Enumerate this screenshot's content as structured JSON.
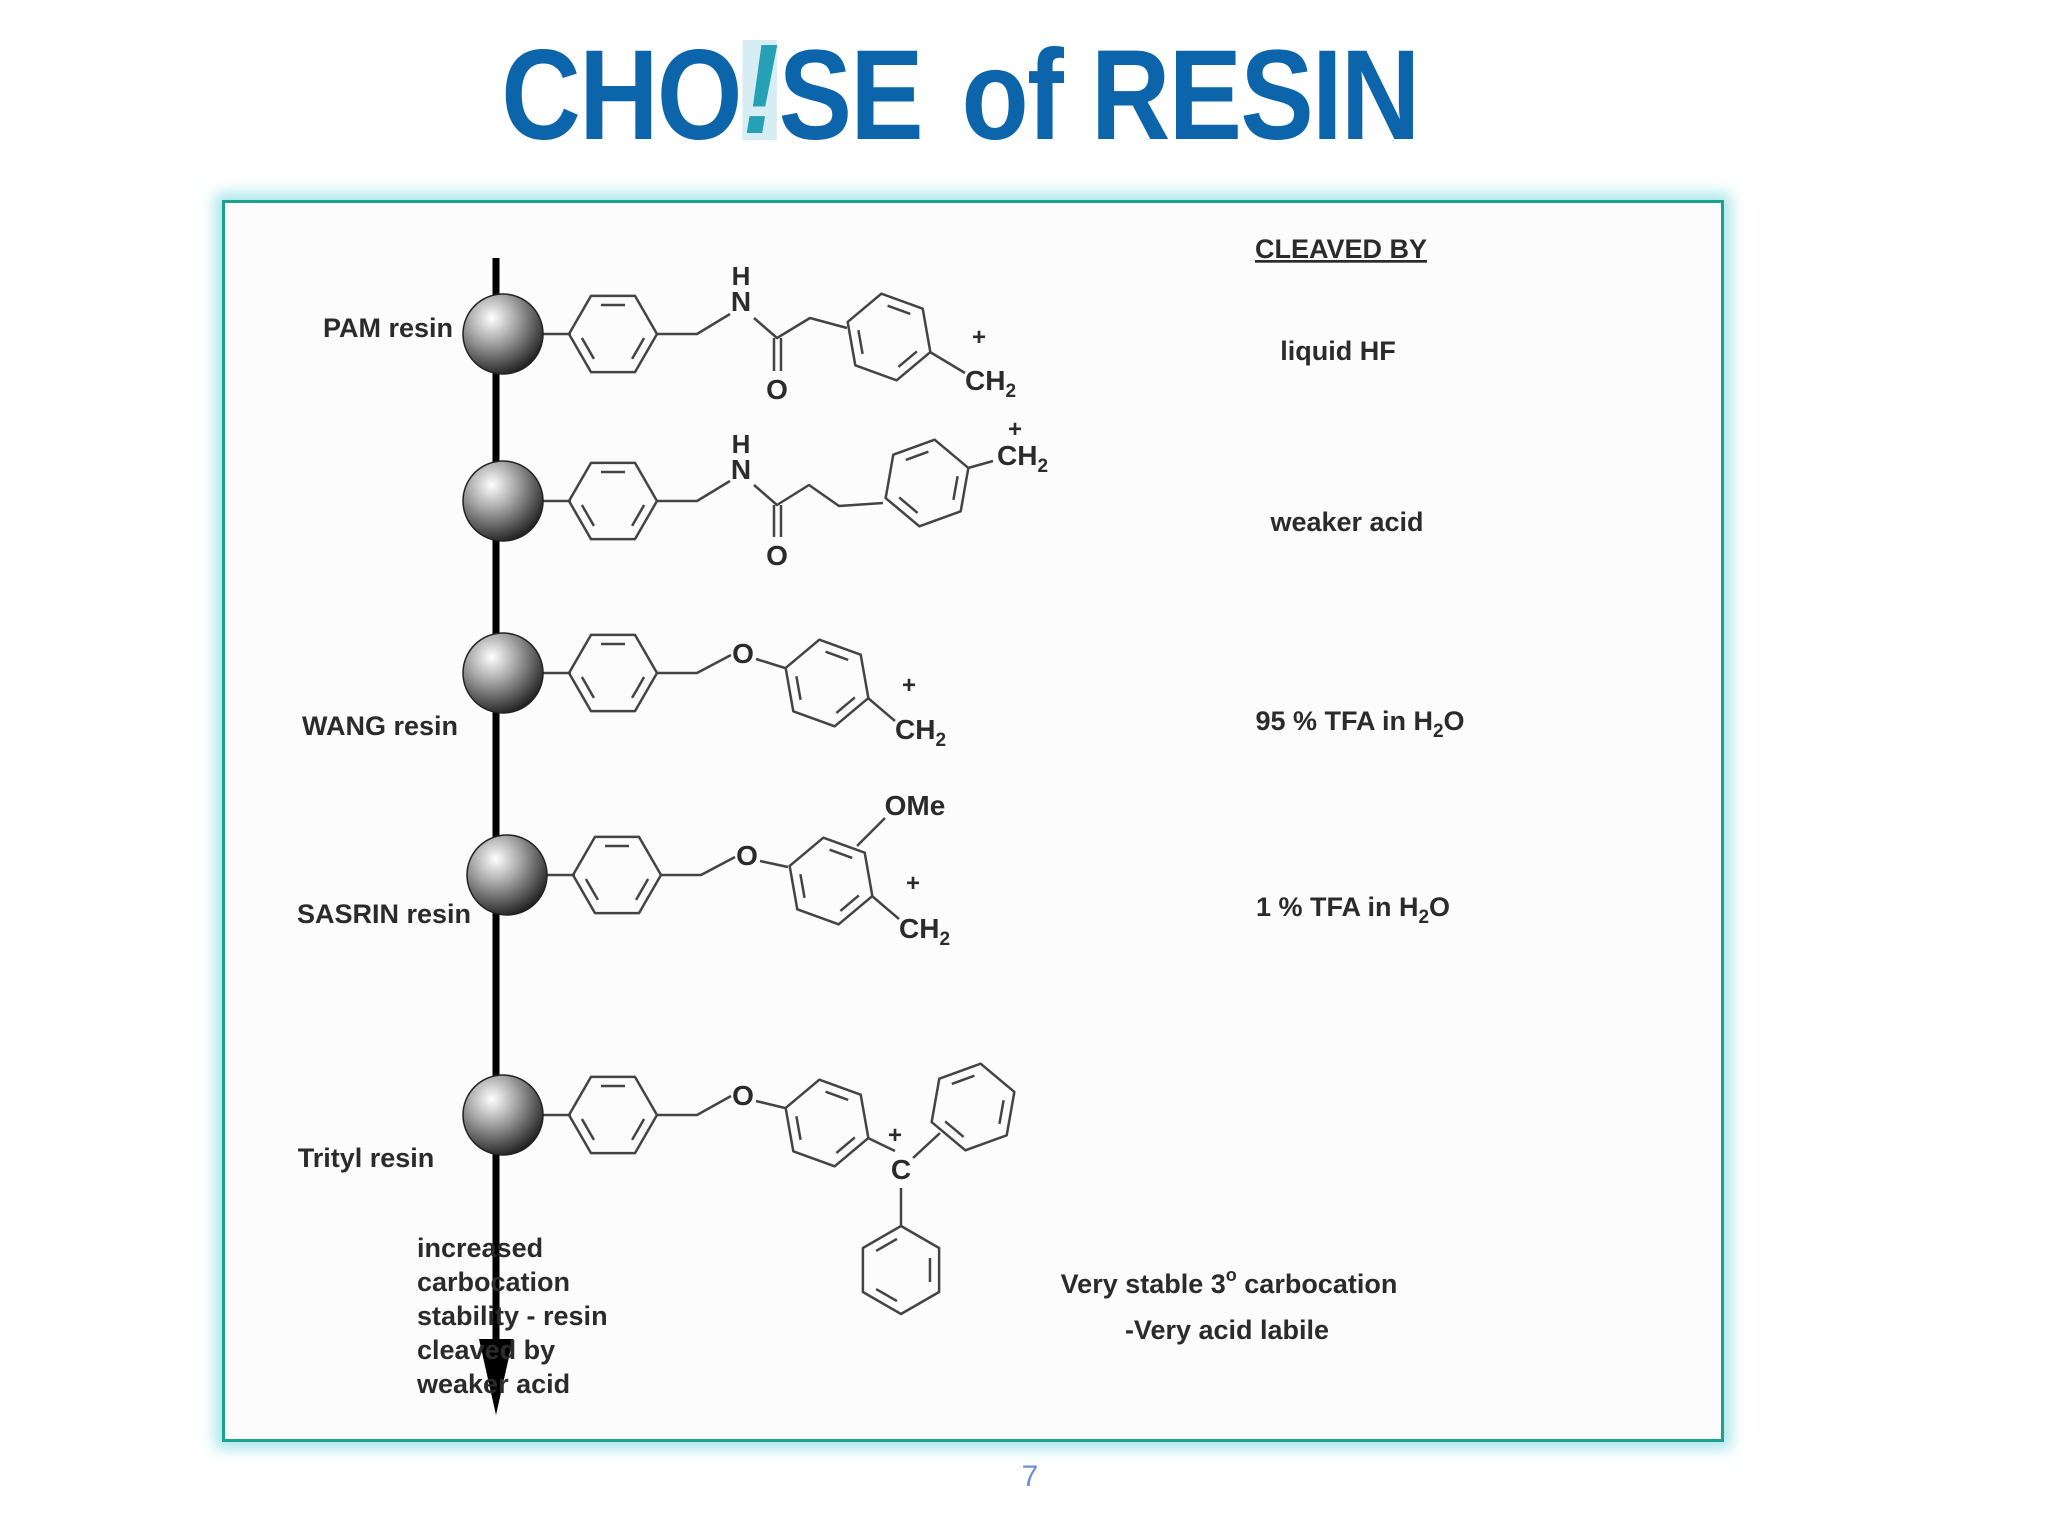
{
  "slide": {
    "title_part1": "CHO",
    "title_mark": "!",
    "title_part2": "SE",
    "title_part3": "of RESIN",
    "page_number": "7"
  },
  "diagram": {
    "cleaved_by_header": "CLEAVED BY",
    "resins": [
      {
        "label": "PAM resin",
        "cleaved_by": "liquid HF"
      },
      {
        "label": "",
        "cleaved_by": "weaker acid"
      },
      {
        "label": "WANG resin",
        "cleaved_by_prefix": "95 % TFA in H",
        "cleaved_by_sub": "2",
        "cleaved_by_suffix": "O"
      },
      {
        "label": "SASRIN resin",
        "cleaved_by_prefix": "1 % TFA in H",
        "cleaved_by_sub": "2",
        "cleaved_by_suffix": "O"
      },
      {
        "label": "Trityl resin"
      }
    ],
    "arrow_caption": [
      "increased",
      "carbocation",
      "stability - resin",
      "cleaved by",
      "weaker acid"
    ],
    "trityl_note_line1_prefix": "Very stable 3",
    "trityl_note_line1_sup": "o",
    "trityl_note_line1_suffix": " carbocation",
    "trityl_note_line2": "-Very acid labile",
    "atoms": {
      "nh_h": "H",
      "nh_n": "N",
      "carbonyl_o": "O",
      "ether_o": "O",
      "ch2_c": "CH",
      "ch2_sub": "2",
      "plus": "+",
      "methoxy": "OMe",
      "carbon": "C"
    }
  }
}
